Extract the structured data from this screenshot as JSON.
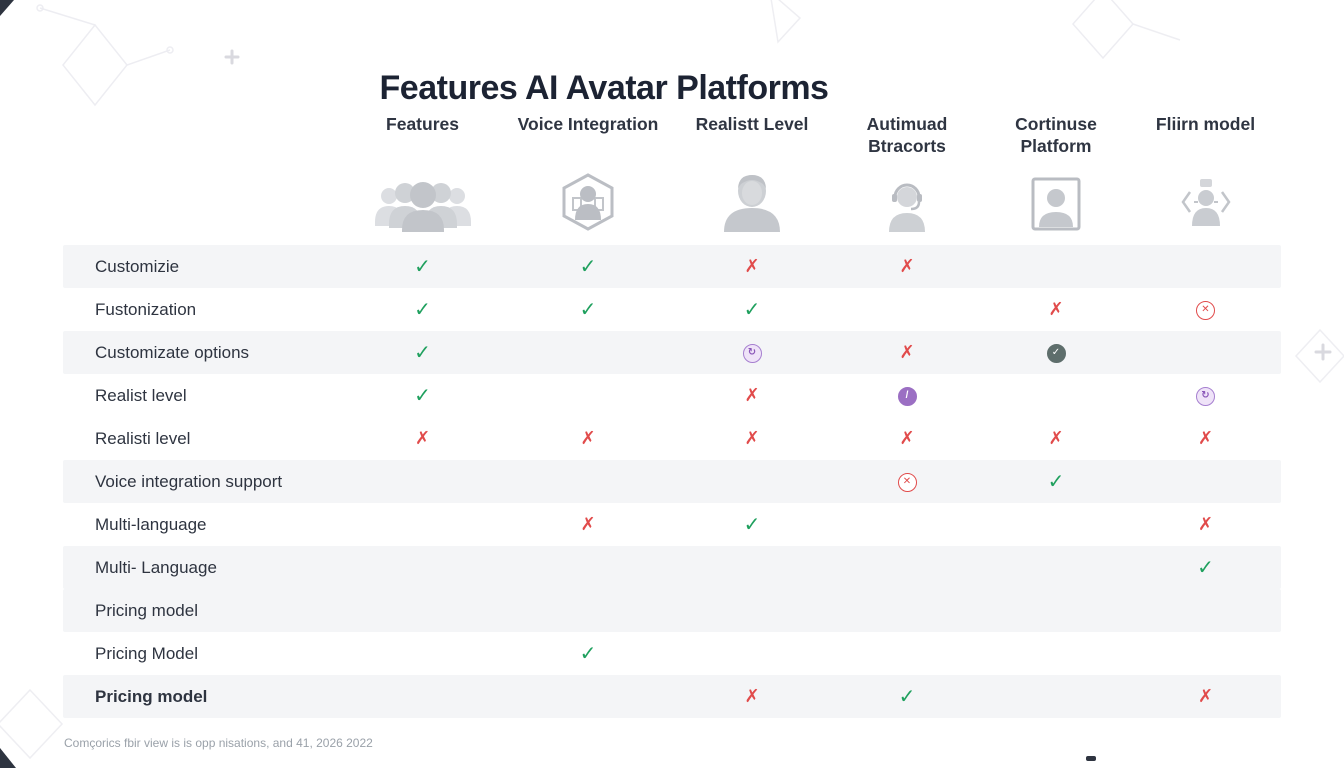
{
  "chart_data": {
    "type": "table",
    "title": "Features AI Avatar Platforms",
    "columns": [
      {
        "label": "Features",
        "icon": "people-group-icon"
      },
      {
        "label": "Voice Integration",
        "icon": "hexagon-person-icon"
      },
      {
        "label": "Realistt Level",
        "icon": "person-bust-icon"
      },
      {
        "label": "Autimuad Btracorts",
        "icon": "headset-person-icon"
      },
      {
        "label": "Cortinuse Platform",
        "icon": "framed-person-icon"
      },
      {
        "label": "Fliirn model",
        "icon": "speaking-person-icon"
      }
    ],
    "cell_legend": {
      "check": "green check mark",
      "x": "red cross mark",
      "circle-red": "red outlined circle badge",
      "circle-purple": "purple filled circle badge",
      "circle-purple-light": "purple outlined circle badge",
      "circle-dark": "dark filled circle badge",
      "": "empty"
    },
    "rows": [
      {
        "label": "Customizie",
        "bold": false,
        "shaded": true,
        "cells": [
          "check",
          "check",
          "x",
          "x",
          "",
          ""
        ]
      },
      {
        "label": "Fustonization",
        "bold": false,
        "shaded": false,
        "cells": [
          "check",
          "check",
          "check",
          "",
          "x",
          "circle-red"
        ]
      },
      {
        "label": "Customizate options",
        "bold": false,
        "shaded": true,
        "cells": [
          "check",
          "",
          "circle-purple-light",
          "x",
          "circle-dark",
          ""
        ]
      },
      {
        "label": "Realist level",
        "bold": false,
        "shaded": false,
        "cells": [
          "check",
          "",
          "x",
          "circle-purple",
          "",
          "circle-purple-light"
        ]
      },
      {
        "label": "Realisti level",
        "bold": false,
        "shaded": false,
        "cells": [
          "x",
          "x",
          "x",
          "x",
          "x",
          "x"
        ]
      },
      {
        "label": "Voice integration support",
        "bold": false,
        "shaded": true,
        "cells": [
          "",
          "",
          "",
          "circle-red",
          "check",
          ""
        ]
      },
      {
        "label": "Multi-language",
        "bold": false,
        "shaded": false,
        "cells": [
          "",
          "x",
          "check",
          "",
          "",
          "x"
        ]
      },
      {
        "label": "Multi- Language",
        "bold": false,
        "shaded": true,
        "cells": [
          "",
          "",
          "",
          "",
          "",
          "check"
        ]
      },
      {
        "label": "Pricing model",
        "bold": false,
        "shaded": true,
        "cells": [
          "",
          "",
          "",
          "",
          "",
          ""
        ]
      },
      {
        "label": "Pricing Model",
        "bold": false,
        "shaded": false,
        "cells": [
          "",
          "check",
          "",
          "",
          "",
          ""
        ]
      },
      {
        "label": "Pricing model",
        "bold": true,
        "shaded": true,
        "cells": [
          "",
          "",
          "x",
          "check",
          "",
          "x"
        ]
      }
    ]
  },
  "footer": "Comçorics fbir view is is opp nisations, and 41, 2026 2022",
  "colors": {
    "check_green": "#1fa05e",
    "cross_red": "#e14b4b",
    "badge_purple": "#9b6fc3",
    "badge_dark": "#5e6e6c",
    "title_text": "#1c2333",
    "shaded_row": "#f4f5f7",
    "icon_gray": "#c7cacf"
  }
}
